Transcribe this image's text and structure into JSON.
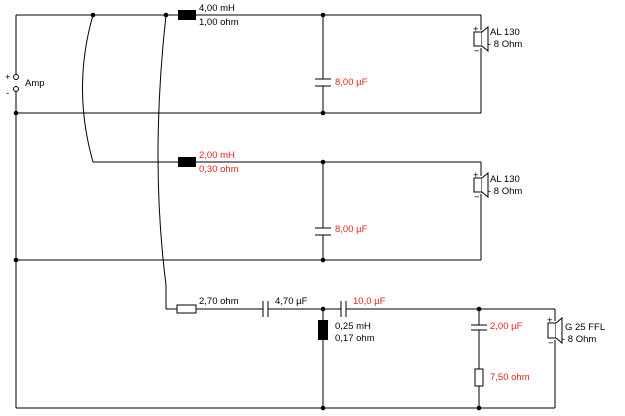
{
  "amp": {
    "plus": "+",
    "minus": "-",
    "label": "Amp"
  },
  "branch1": {
    "inductor_value": "4,00 mH",
    "inductor_resistance": "1,00 ohm",
    "capacitor": "8,00 µF",
    "speaker_name": "AL 130",
    "speaker_impedance": "- 8 Ohm"
  },
  "branch2": {
    "inductor_value": "2,00 mH",
    "inductor_resistance": "0,30 ohm",
    "capacitor": "8,00 µF",
    "speaker_name": "AL 130",
    "speaker_impedance": "- 8 Ohm"
  },
  "branch3": {
    "resistor": "2,70 ohm",
    "capacitor1": "4,70 µF",
    "capacitor2": "10,0 µF",
    "inductor_value": "0,25 mH",
    "inductor_resistance": "0,17 ohm",
    "capacitor3": "2,00 µF",
    "resistor2": "7,50 ohm",
    "speaker_name": "G 25 FFL",
    "speaker_impedance": "- 8 Ohm"
  },
  "speaker_pole_plus": "+",
  "speaker_pole_minus": "−",
  "colors": {
    "wire": "#000000",
    "highlight_text": "#e8241a",
    "normal_text": "#000000"
  }
}
